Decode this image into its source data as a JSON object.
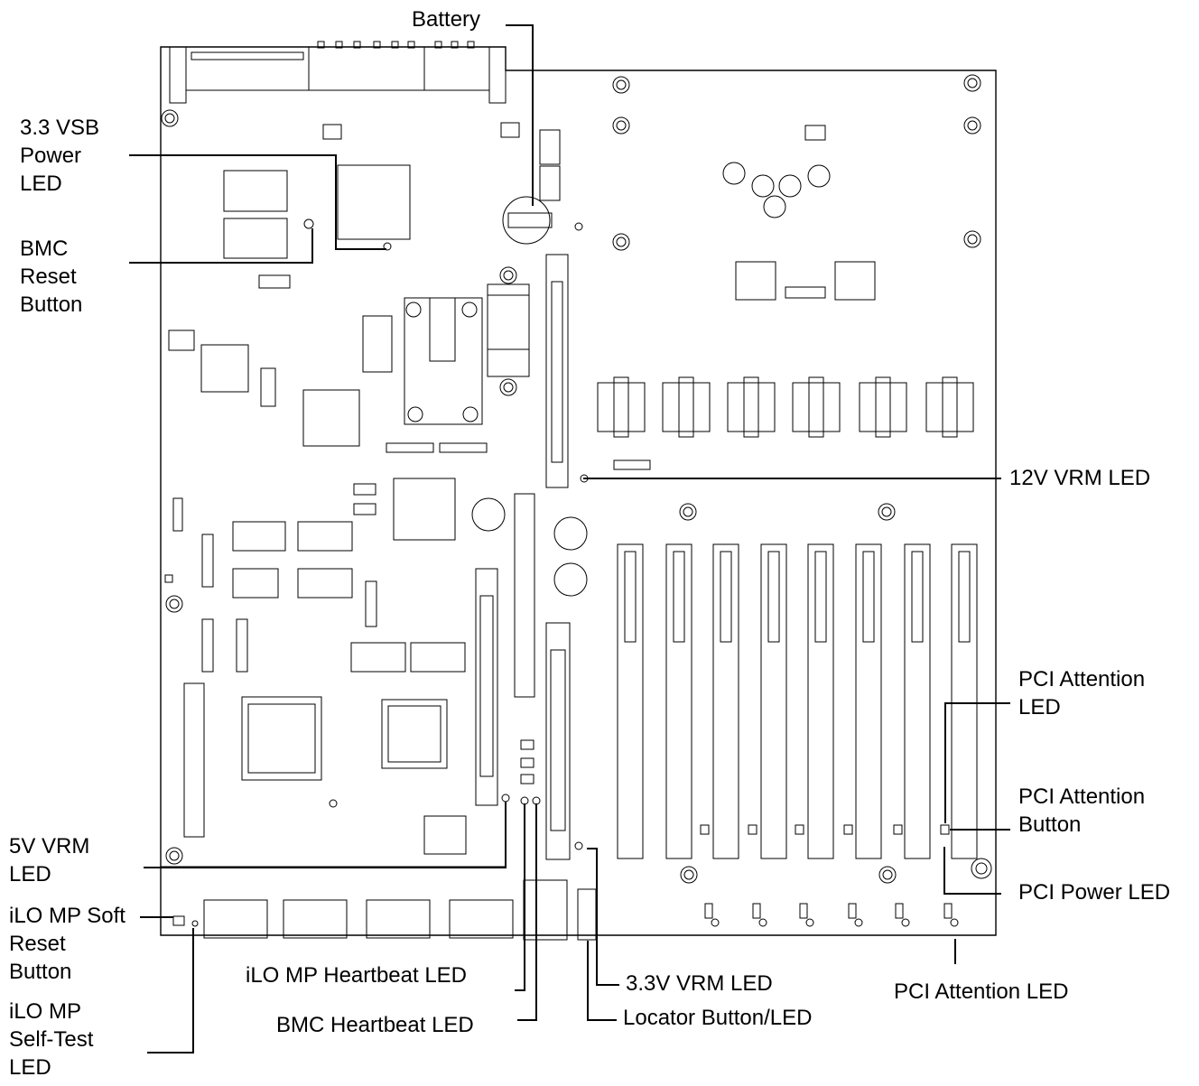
{
  "labels": {
    "battery": "Battery",
    "vsb_power_led": "3.3 VSB\nPower\nLED",
    "bmc_reset_button": "BMC\nReset\nButton",
    "vrm_12v_led": "12V VRM LED",
    "pci_attention_led_upper": "PCI Attention\nLED",
    "pci_attention_button": "PCI Attention\nButton",
    "pci_power_led": "PCI Power LED",
    "pci_attention_led_lower": "PCI Attention LED",
    "vrm_5v_led": "5V VRM\nLED",
    "ilo_soft_reset": "iLO MP Soft\nReset\nButton",
    "ilo_self_test_led": "iLO MP\nSelf-Test\nLED",
    "ilo_heartbeat_led": "iLO MP Heartbeat LED",
    "bmc_heartbeat_led": "BMC Heartbeat LED",
    "vrm_33v_led": "3.3V VRM LED",
    "locator_button_led": "Locator Button/LED"
  }
}
